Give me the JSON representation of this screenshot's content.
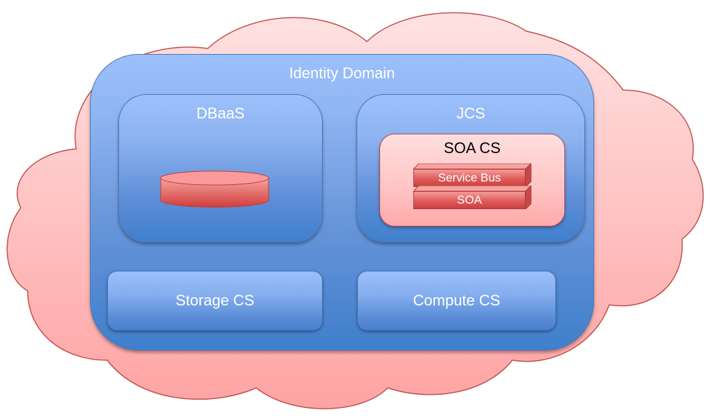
{
  "diagram": {
    "cloud": {
      "label": "",
      "fill": "#ffc8c8",
      "stroke": "#c0504d"
    },
    "identity_domain": {
      "title": "Identity Domain",
      "fill": "#8fb5f2"
    },
    "dbaas": {
      "title": "DBaaS",
      "icon": "database-icon"
    },
    "jcs": {
      "title": "JCS",
      "soa_cs": {
        "title": "SOA CS",
        "stack": [
          {
            "label": "Service Bus"
          },
          {
            "label": "SOA"
          }
        ]
      }
    },
    "storage_cs": {
      "label": "Storage CS"
    },
    "compute_cs": {
      "label": "Compute CS"
    }
  },
  "colors": {
    "blue_light": "#9cc0fb",
    "blue_dark": "#3f7fcc",
    "red_block": "#e05c5a",
    "pink_panel": "#ffc4c4"
  }
}
